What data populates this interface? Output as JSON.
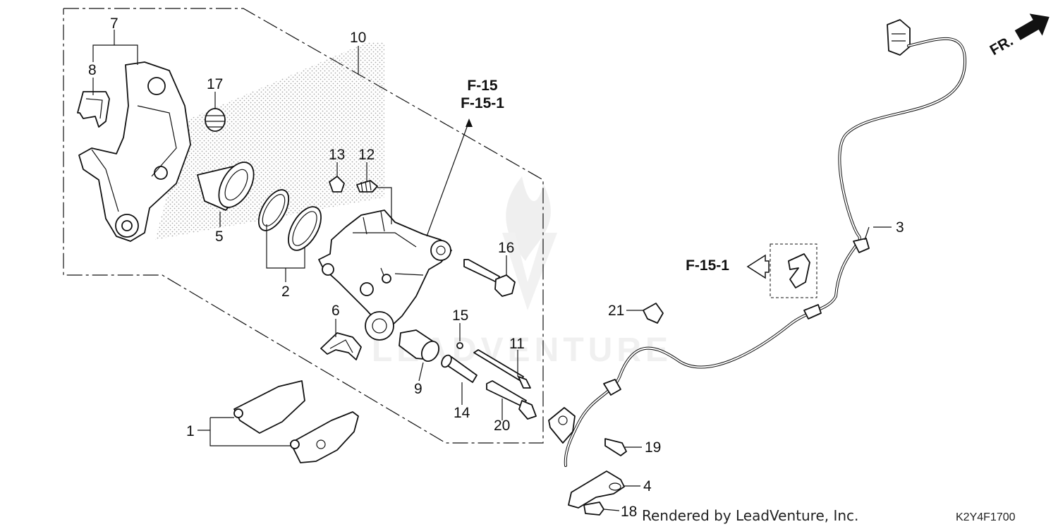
{
  "callouts": {
    "c1": "1",
    "c2": "2",
    "c3": "3",
    "c4": "4",
    "c5": "5",
    "c6": "6",
    "c7": "7",
    "c8": "8",
    "c9": "9",
    "c10": "10",
    "c11": "11",
    "c12": "12",
    "c13": "13",
    "c14": "14",
    "c15": "15",
    "c16": "16",
    "c17": "17",
    "c18": "18",
    "c19": "19",
    "c20": "20",
    "c21": "21"
  },
  "references": {
    "ref_f15": "F-15",
    "ref_f151_top": "F-15-1",
    "ref_f151_left": "F-15-1",
    "direction": "FR."
  },
  "footer": {
    "rendered_by": "Rendered by LeadVenture, Inc.",
    "diagram_code": "K2Y4F1700"
  },
  "watermark": {
    "text": "LEADVENTURE",
    "color": "#d9d9d9"
  }
}
